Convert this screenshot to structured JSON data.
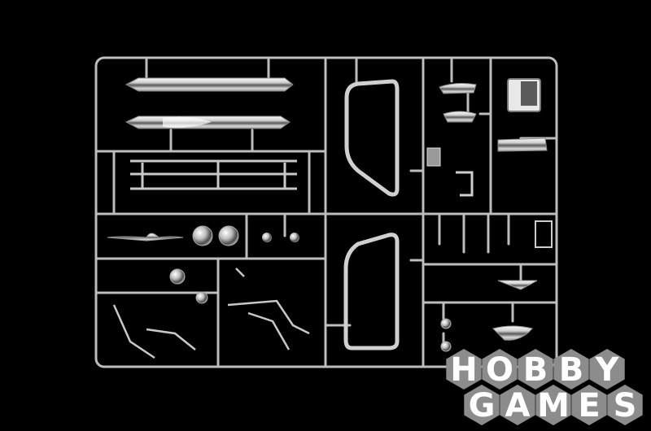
{
  "scene": {
    "background_color": "#000000",
    "frame_color": "#bfbfbf",
    "chrome_highlight": "#f4f4f4",
    "chrome_shadow": "#6e6e6e"
  },
  "watermark": {
    "line1": "HOBBY",
    "line2": "GAMES",
    "line1_letters": [
      "H",
      "O",
      "B",
      "B",
      "Y"
    ],
    "line2_letters": [
      "G",
      "A",
      "M",
      "E",
      "S"
    ],
    "hex_color": "#8c8c8c",
    "text_color": "#ffffff"
  }
}
